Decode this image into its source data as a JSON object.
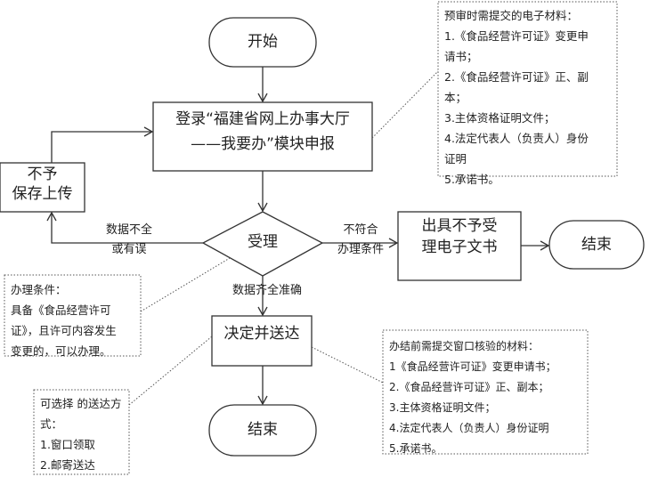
{
  "nodes": {
    "start": "开始",
    "login": [
      "登录“福建省网上办事大厅",
      "——我要办”模块申报"
    ],
    "reject_save": [
      "不予",
      "保存上传"
    ],
    "accept": "受理",
    "issue_reject": [
      "出具不予受",
      "理电子文书"
    ],
    "end1": "结束",
    "decide": "决定并送达",
    "end2": "结束"
  },
  "edge_labels": {
    "incomplete": [
      "数据不全",
      "或有误"
    ],
    "not_qualified": [
      "不符合",
      "办理条件"
    ],
    "complete": "数据齐全准确"
  },
  "notes": {
    "pre_review": [
      "预审时需提交的电子材料：",
      "1.《食品经营许可证》变更申",
      "请书；",
      "2.《食品经营许可证》正、副",
      "本；",
      "3.主体资格证明文件；",
      "4.法定代表人（负责人）身份",
      "证明",
      "5.承诺书。"
    ],
    "conditions": [
      "办理条件：",
      "具备《食品经营许可",
      "证》，且许可内容发生",
      "变更的，可以办理。"
    ],
    "delivery": [
      "可选择 的送达方",
      "式：",
      "1.窗口领取",
      "2.邮寄送达"
    ],
    "window_check": [
      "办结前需提交窗口核验的材料：",
      "1《食品经营许可证》变更申请书；",
      "2.《食品经营许可证》正、副本；",
      "3.主体资格证明文件；",
      "4.法定代表人（负责人）身份证明",
      "5.承诺书。"
    ]
  }
}
